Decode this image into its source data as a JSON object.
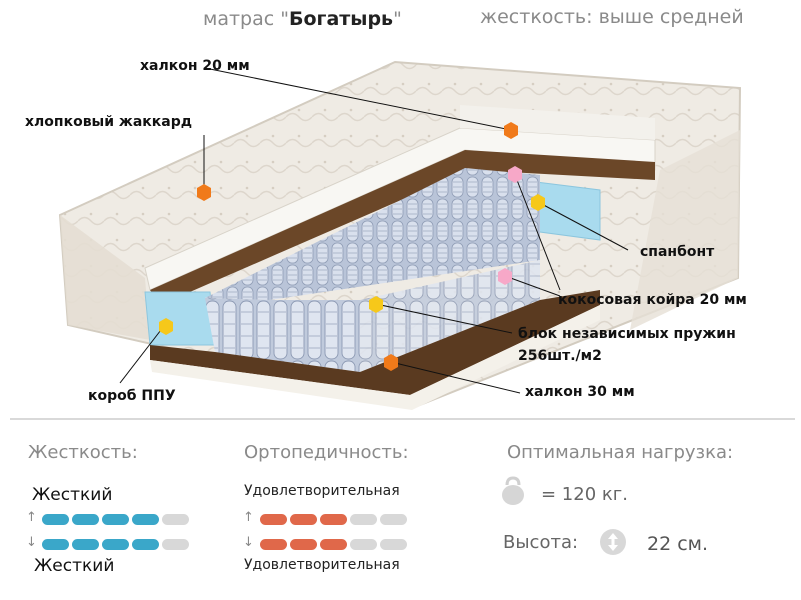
{
  "header": {
    "prefix": "матрас \"",
    "name": "Богатырь",
    "suffix": "\"",
    "hardness": "жесткость: выше средней"
  },
  "callouts": {
    "halkon20": "халкон 20 мм",
    "jacquard": "хлопковый жаккард",
    "spanbond": "спанбонт",
    "coir": "кокосовая койра 20 мм",
    "springs_line1": "блок независимых пружин",
    "springs_line2": "256шт./м2",
    "halkon30": "халкон 30 мм",
    "ppu_box": "короб ППУ"
  },
  "colors": {
    "hardness_bar": "#3aa7c9",
    "ortho_bar": "#e0684a",
    "marker_orange": "#f07a1a",
    "marker_pink": "#f7a8c8",
    "marker_yellow": "#f6c81a"
  },
  "specs": {
    "hardness_title": "Жесткость:",
    "ortho_title": "Ортопедичность:",
    "load_title": "Оптимальная нагрузка:",
    "top_side": {
      "label": "Жесткий",
      "level": 0.8
    },
    "bottom_side": {
      "label": "Жесткий",
      "level": 0.8
    },
    "ortho_top": {
      "label": "Удовлетворительная",
      "level": 0.5
    },
    "ortho_bottom": {
      "label": "Удовлетворительная",
      "level": 0.5
    },
    "load_value": "= 120 кг.",
    "height_title": "Высота:",
    "height_value": "22 см.",
    "weight_icon": "kettlebell-icon",
    "height_icon": "height-arrow-icon"
  }
}
